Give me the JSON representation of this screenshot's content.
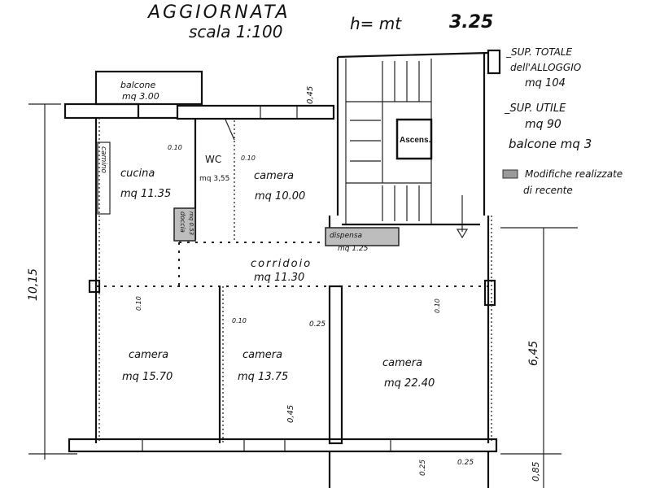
{
  "header": {
    "title": "AGGIORNATA",
    "scale": "scala 1:100",
    "height_label": "h= mt",
    "height_value": "3.25"
  },
  "summary": {
    "total_label_1": "_SUP. TOTALE",
    "total_label_2": "dell'ALLOGGIO",
    "total_value": "mq 104",
    "useful_label": "_SUP. UTILE",
    "useful_value": "mq 90",
    "balcony": "balcone mq 3"
  },
  "legend": {
    "swatch_color": "#9a9a9a",
    "text_1": "Modifiche realizzate",
    "text_2": "di recente"
  },
  "rooms": {
    "balcone": {
      "name": "balcone",
      "area": "mq 3.00"
    },
    "cucina": {
      "name": "cucina",
      "area": "mq 11.35"
    },
    "camino": {
      "name": "camino"
    },
    "wc": {
      "name": "WC",
      "area": "mq 3,55"
    },
    "doccia": {
      "name": "doccia",
      "area": "mq 0.53"
    },
    "camera_top": {
      "name": "camera",
      "area": "mq 10.00"
    },
    "dispensa": {
      "name": "dispensa",
      "area": "mq 1.25"
    },
    "corridoio": {
      "name": "corridoio",
      "area": "mq 11.30"
    },
    "camera_1": {
      "name": "camera",
      "area": "mq 15.70"
    },
    "camera_2": {
      "name": "camera",
      "area": "mq 13.75"
    },
    "camera_3": {
      "name": "camera",
      "area": "mq 22.40"
    },
    "ascensore": {
      "name": "Ascens."
    }
  },
  "dimensions": {
    "total_depth": "10,15",
    "right_depth": "6,45",
    "right_small": "0,85",
    "top_wall": "0,45",
    "bottom_wall": "0,45",
    "wall_010_a": "0.10",
    "wall_010_b": "0.10",
    "wall_010_c": "0.10",
    "wall_010_d": "0.10",
    "wall_010_e": "0.10",
    "wall_025_a": "0.25",
    "wall_025_b": "0.25",
    "wall_025_c": "0.25"
  }
}
